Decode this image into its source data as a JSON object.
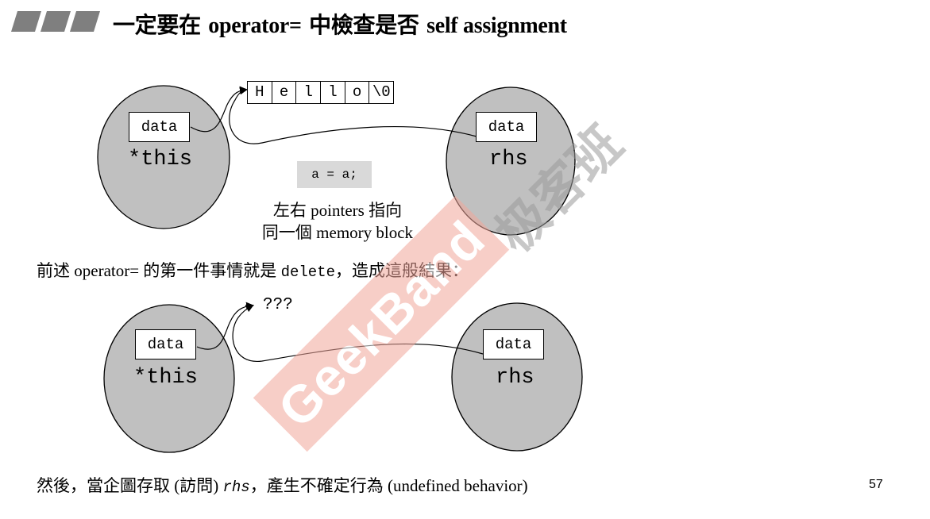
{
  "slide": {
    "title_cn_1": "一定要在 ",
    "title_code": "operator=",
    "title_cn_2": " 中檢查是否 ",
    "title_en": "self assignment",
    "page_number": "57"
  },
  "diagram_top": {
    "left_object": {
      "member_label": "data",
      "name": "*this"
    },
    "right_object": {
      "member_label": "data",
      "name": "rhs"
    },
    "string_cells": [
      "H",
      "e",
      "l",
      "l",
      "o",
      "\\0"
    ],
    "code": "a = a;",
    "note_line1": "左右 pointers 指向",
    "note_line2": "同一個 memory block"
  },
  "middle_text": {
    "part1": "前述 operator= 的第一件事情就是 ",
    "code": "delete",
    "part2": "，造成這般結果："
  },
  "diagram_bottom": {
    "left_object": {
      "member_label": "data",
      "name": "*this"
    },
    "right_object": {
      "member_label": "data",
      "name": "rhs"
    },
    "target": "???"
  },
  "bottom_text": {
    "part1": "然後，當企圖存取 (訪問) ",
    "code": "rhs",
    "part2": "，產生不確定行為 (undefined behavior)"
  },
  "watermark": {
    "text_en": "GeekBand",
    "text_cn": "极客班",
    "color": "#f2a79b"
  },
  "colors": {
    "object_fill": "#c0c0c0",
    "code_bg": "#d9d9d9",
    "title_bars": "#7f7f7f"
  }
}
